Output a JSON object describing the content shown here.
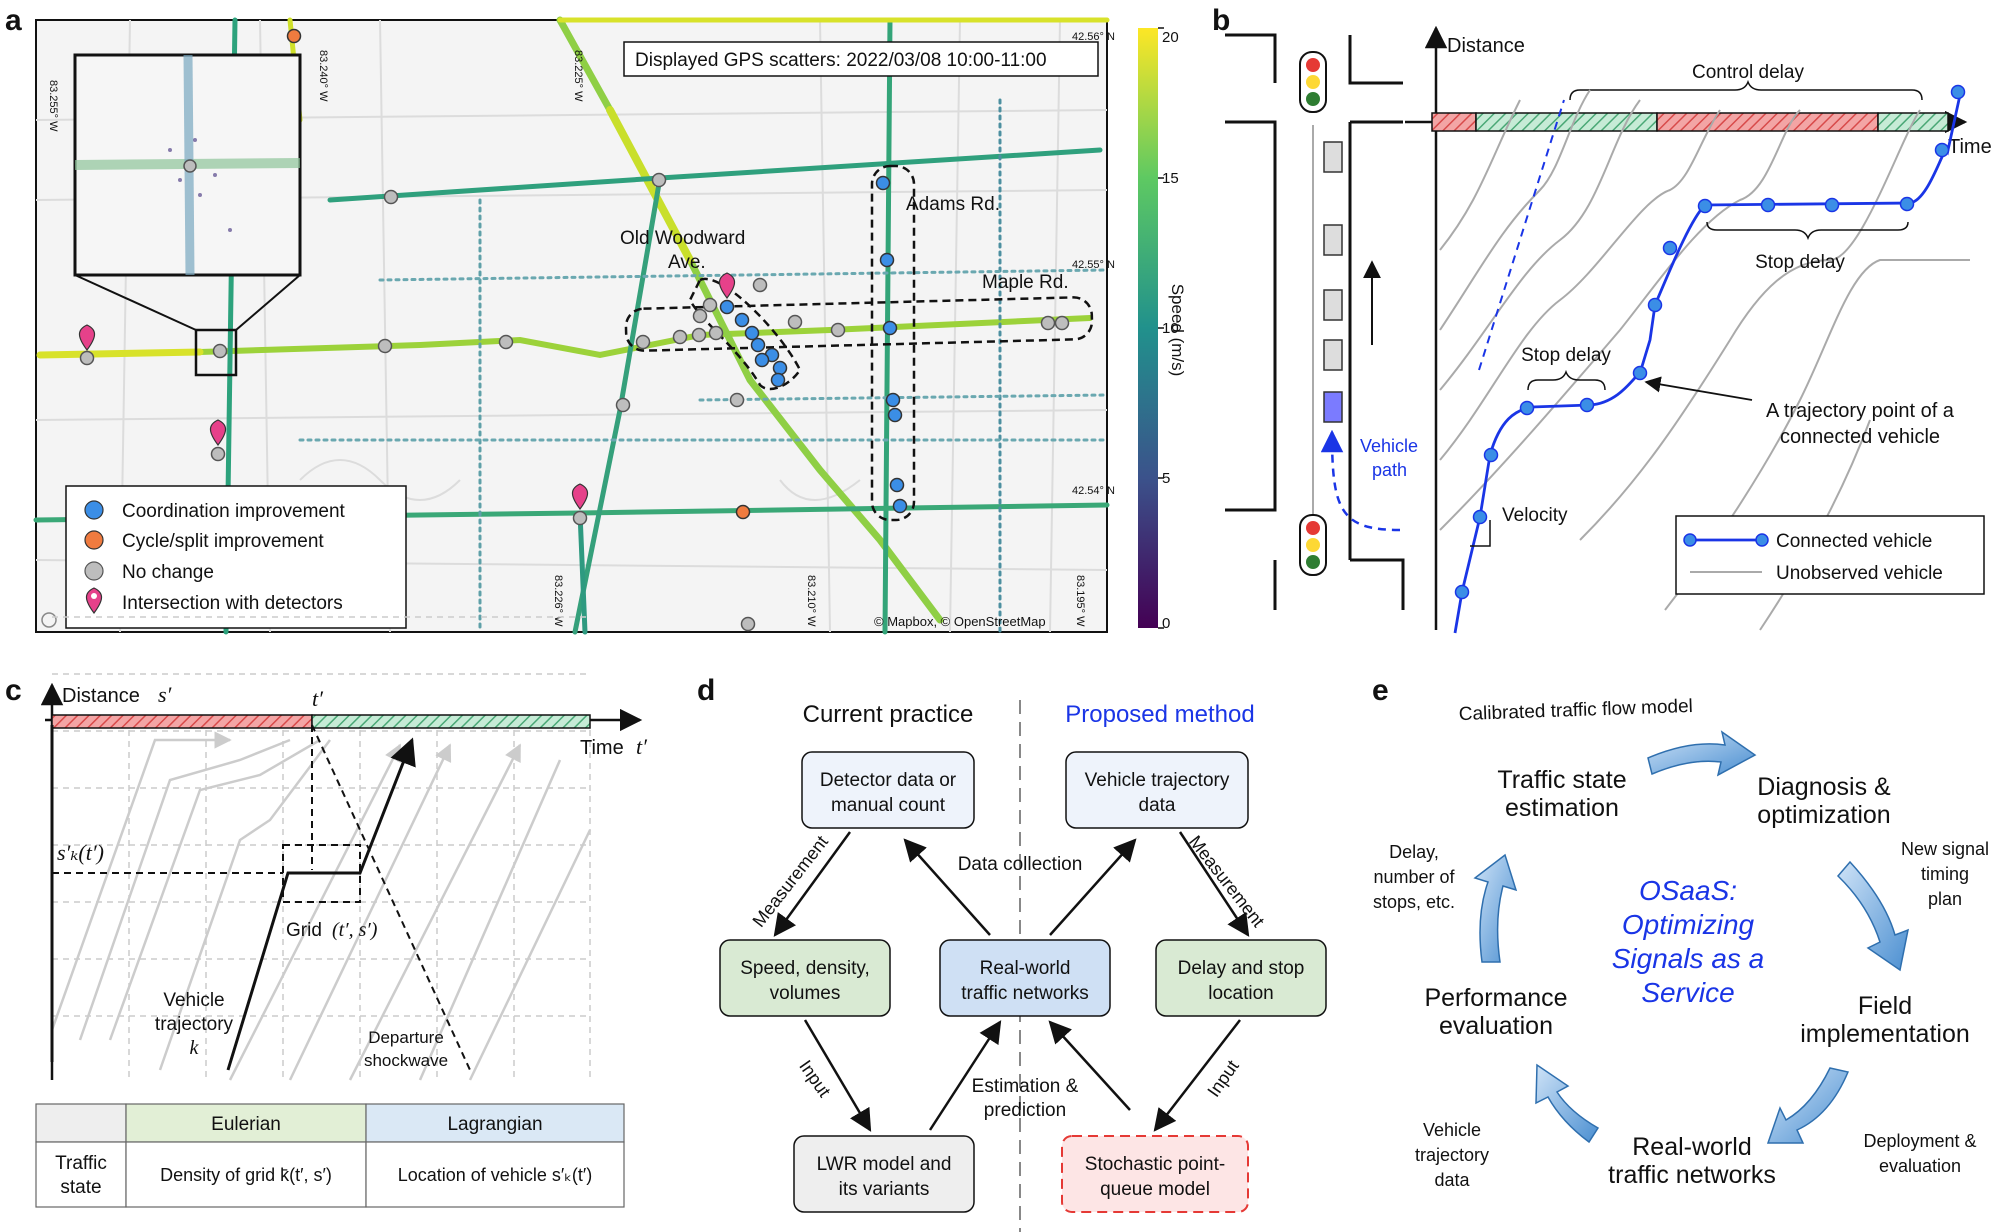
{
  "panels": {
    "a": "a",
    "b": "b",
    "c": "c",
    "d": "d",
    "e": "e"
  },
  "a": {
    "gps_label": "Displayed GPS scatters: 2022/03/08 10:00-11:00",
    "streets": {
      "adams": "Adams Rd.",
      "old_woodward_1": "Old Woodward",
      "old_woodward_2": "Ave.",
      "maple": "Maple Rd."
    },
    "colorbar": {
      "title": "Speed (m/s)",
      "ticks": [
        "20",
        "15",
        "10",
        "5",
        "0"
      ],
      "min": 0,
      "max": 20,
      "colors": [
        "#440154",
        "#3b528b",
        "#21918c",
        "#5ec962",
        "#fde725"
      ]
    },
    "coords": {
      "c1": "83.255° W",
      "c2": "83.240° W",
      "c3": "83.225° W",
      "c4": "83.226° W",
      "c5": "83.210° W",
      "c6": "83.195° W",
      "lat1": "42.56° N",
      "lat2": "42.55° N",
      "lat3": "42.54° N"
    },
    "legend": [
      {
        "label": "Coordination improvement",
        "color": "#3b8ee6"
      },
      {
        "label": "Cycle/split improvement",
        "color": "#f07b3f"
      },
      {
        "label": "No change",
        "color": "#bdbdbd"
      },
      {
        "label": "Intersection with detectors",
        "color": "#e6418a"
      }
    ],
    "attribution": "© Mapbox, © OpenStreetMap",
    "map_icon": "mapbox-logo-icon"
  },
  "b": {
    "distance": "Distance",
    "time": "Time",
    "control_delay": "Control delay",
    "stop_delay_1": "Stop delay",
    "stop_delay_2": "Stop delay",
    "trajectory_point_1": "A trajectory point of a",
    "trajectory_point_2": "connected vehicle",
    "vehicle_path_1": "Vehicle",
    "vehicle_path_2": "path",
    "velocity": "Velocity",
    "legend_connected": "Connected vehicle",
    "legend_unobserved": "Unobserved vehicle",
    "colors": {
      "red": "#e05a5a",
      "green": "#5fb98a",
      "blue": "#1a35e6"
    }
  },
  "c": {
    "distance_label": "Distance",
    "s_prime": "s′",
    "t_prime": "t′",
    "time_label": "Time",
    "time_var": "t′",
    "s_k_label": "s′ₖ(t′)",
    "grid_label": "Grid",
    "grid_var": "(t′, s′)",
    "vehicle_1": "Vehicle",
    "vehicle_2": "trajectory",
    "vehicle_3": "k",
    "departure_1": "Departure",
    "departure_2": "shockwave",
    "table": {
      "eulerian": "Eulerian",
      "lagrangian": "Lagrangian",
      "row1": "Traffic",
      "row2": "state",
      "density": "Density of grid k̄(t′, s′)",
      "location": "Location of vehicle s′ₖ(t′)"
    }
  },
  "d": {
    "current": "Current practice",
    "proposed": "Proposed method",
    "detector_1": "Detector data or",
    "detector_2": "manual count",
    "traj_1": "Vehicle trajectory",
    "traj_2": "data",
    "data_collection": "Data collection",
    "measurement_l": "Measurement",
    "measurement_r": "Measurement",
    "speed_1": "Speed, density,",
    "speed_2": "volumes",
    "rw_1": "Real-world",
    "rw_2": "traffic networks",
    "delay_1": "Delay and stop",
    "delay_2": "location",
    "input_l": "Input",
    "input_r": "Input",
    "est_1": "Estimation &",
    "est_2": "prediction",
    "lwr_1": "LWR model and",
    "lwr_2": "its variants",
    "spq_1": "Stochastic point-",
    "spq_2": "queue model"
  },
  "e": {
    "calibrated": "Calibrated traffic flow model",
    "tse_1": "Traffic state",
    "tse_2": "estimation",
    "diag_1": "Diagnosis &",
    "diag_2": "optimization",
    "new_1": "New signal",
    "new_2": "timing",
    "new_3": "plan",
    "field_1": "Field",
    "field_2": "implementation",
    "deploy_1": "Deployment &",
    "deploy_2": "evaluation",
    "rw_1": "Real-world",
    "rw_2": "traffic networks",
    "vtd_1": "Vehicle",
    "vtd_2": "trajectory",
    "vtd_3": "data",
    "perf_1": "Performance",
    "perf_2": "evaluation",
    "delay_1": "Delay,",
    "delay_2": "number of",
    "delay_3": "stops, etc.",
    "osaas_1": "OSaaS:",
    "osaas_2": "Optimizing",
    "osaas_3": "Signals as a",
    "osaas_4": "Service"
  }
}
